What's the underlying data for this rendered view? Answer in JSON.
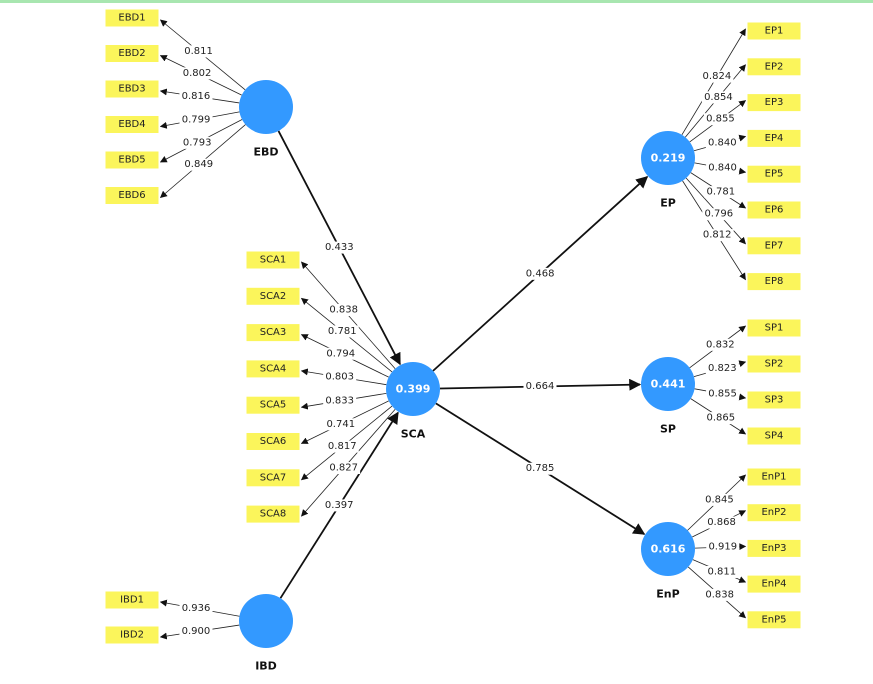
{
  "diagram": {
    "type": "PLS-SEM path model",
    "colors": {
      "latent_fill": "#3399ff",
      "indicator_fill": "#fbf55b",
      "top_bar": "#a8e6b0"
    },
    "latents": [
      {
        "id": "EBD",
        "name": "EBD",
        "r2": ""
      },
      {
        "id": "IBD",
        "name": "IBD",
        "r2": ""
      },
      {
        "id": "SCA",
        "name": "SCA",
        "r2": "0.399"
      },
      {
        "id": "EP",
        "name": "EP",
        "r2": "0.219"
      },
      {
        "id": "SP",
        "name": "SP",
        "r2": "0.441"
      },
      {
        "id": "EnP",
        "name": "EnP",
        "r2": "0.616"
      }
    ],
    "paths": [
      {
        "from": "EBD",
        "to": "SCA",
        "coef": "0.433"
      },
      {
        "from": "IBD",
        "to": "SCA",
        "coef": "0.397"
      },
      {
        "from": "SCA",
        "to": "EP",
        "coef": "0.468"
      },
      {
        "from": "SCA",
        "to": "SP",
        "coef": "0.664"
      },
      {
        "from": "SCA",
        "to": "EnP",
        "coef": "0.785"
      }
    ],
    "indicators": {
      "EBD": [
        {
          "name": "EBD1",
          "loading": "0.811"
        },
        {
          "name": "EBD2",
          "loading": "0.802"
        },
        {
          "name": "EBD3",
          "loading": "0.816"
        },
        {
          "name": "EBD4",
          "loading": "0.799"
        },
        {
          "name": "EBD5",
          "loading": "0.793"
        },
        {
          "name": "EBD6",
          "loading": "0.849"
        }
      ],
      "SCA": [
        {
          "name": "SCA1",
          "loading": "0.838"
        },
        {
          "name": "SCA2",
          "loading": "0.781"
        },
        {
          "name": "SCA3",
          "loading": "0.794"
        },
        {
          "name": "SCA4",
          "loading": "0.803"
        },
        {
          "name": "SCA5",
          "loading": "0.833"
        },
        {
          "name": "SCA6",
          "loading": "0.741"
        },
        {
          "name": "SCA7",
          "loading": "0.817"
        },
        {
          "name": "SCA8",
          "loading": "0.827"
        }
      ],
      "IBD": [
        {
          "name": "IBD1",
          "loading": "0.936"
        },
        {
          "name": "IBD2",
          "loading": "0.900"
        }
      ],
      "EP": [
        {
          "name": "EP1",
          "loading": "0.824"
        },
        {
          "name": "EP2",
          "loading": "0.854"
        },
        {
          "name": "EP3",
          "loading": "0.855"
        },
        {
          "name": "EP4",
          "loading": "0.840"
        },
        {
          "name": "EP5",
          "loading": "0.840"
        },
        {
          "name": "EP6",
          "loading": "0.781"
        },
        {
          "name": "EP7",
          "loading": "0.796"
        },
        {
          "name": "EP8",
          "loading": "0.812"
        }
      ],
      "SP": [
        {
          "name": "SP1",
          "loading": "0.832"
        },
        {
          "name": "SP2",
          "loading": "0.823"
        },
        {
          "name": "SP3",
          "loading": "0.855"
        },
        {
          "name": "SP4",
          "loading": "0.865"
        }
      ],
      "EnP": [
        {
          "name": "EnP1",
          "loading": "0.845"
        },
        {
          "name": "EnP2",
          "loading": "0.868"
        },
        {
          "name": "EnP3",
          "loading": "0.919"
        },
        {
          "name": "EnP4",
          "loading": "0.811"
        },
        {
          "name": "EnP5",
          "loading": "0.838"
        }
      ]
    }
  }
}
